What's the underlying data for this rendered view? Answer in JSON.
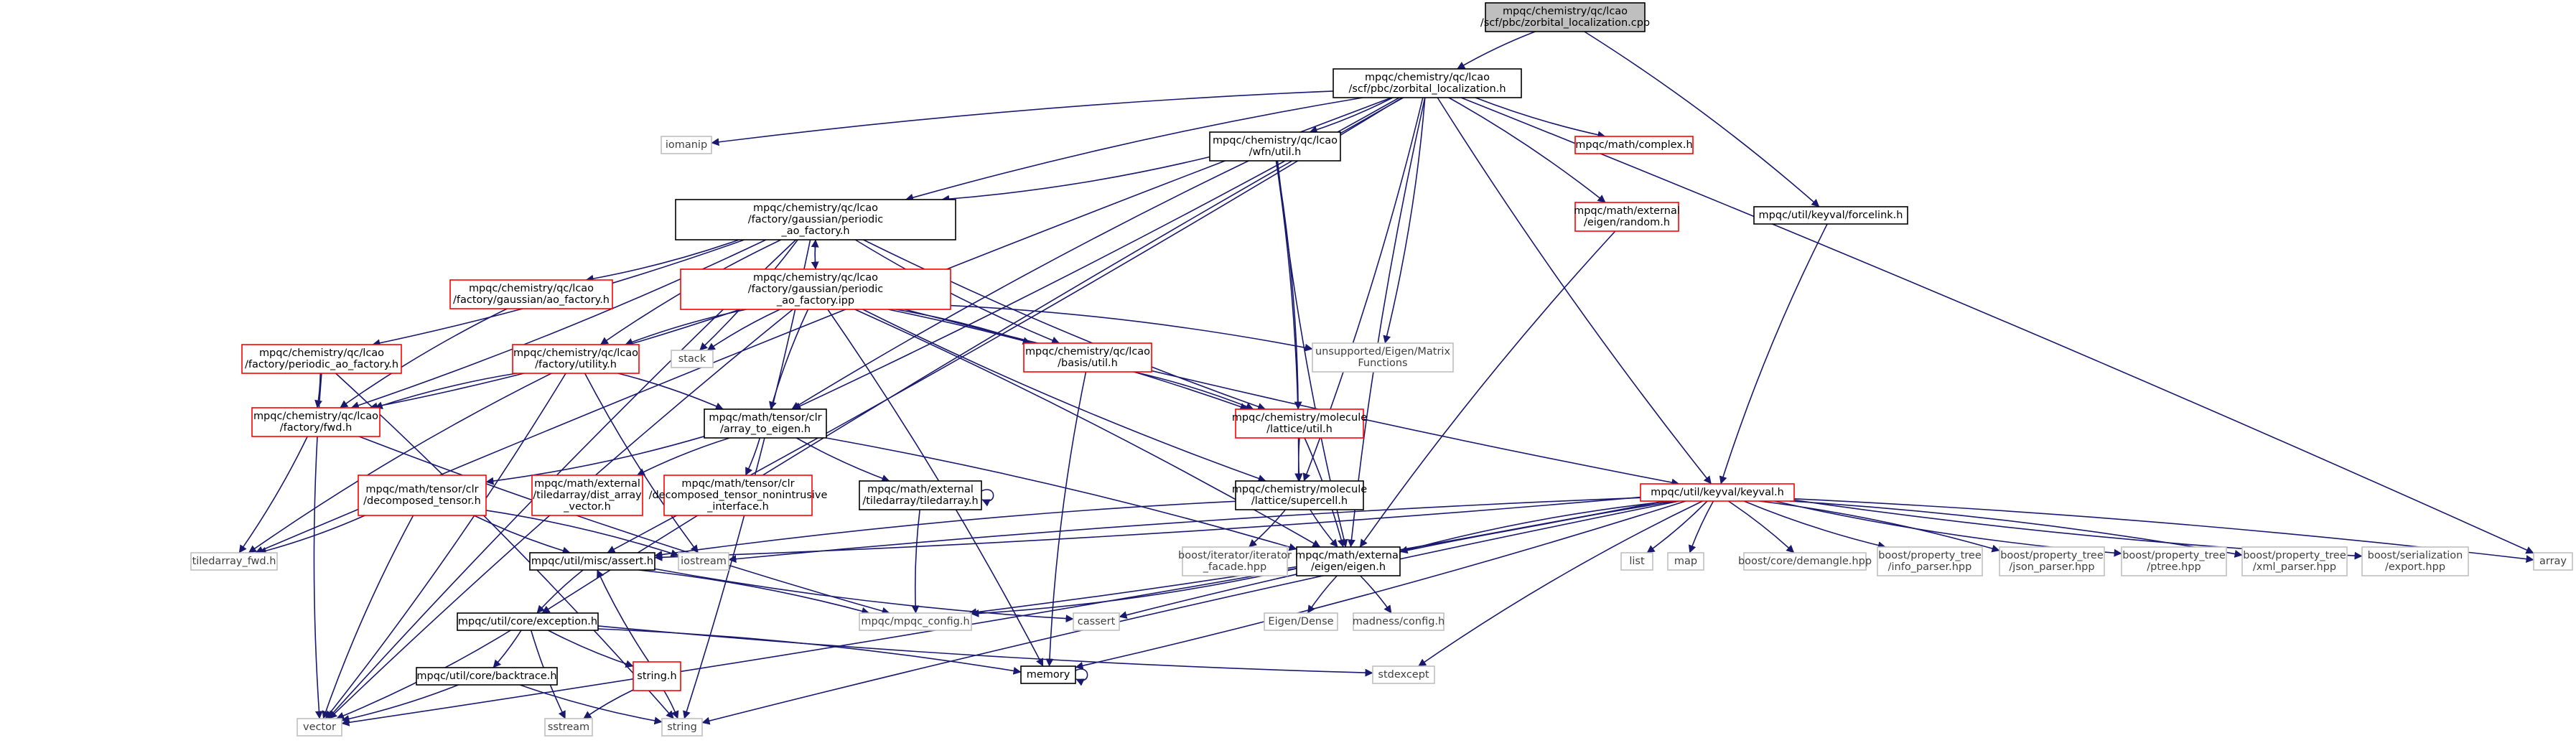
{
  "colors": {
    "edge": "#191970",
    "text_normal": "#000000",
    "text_link": "#000000",
    "text_grey": "#404040",
    "border_black": "#000000",
    "border_red": "#ff0000",
    "border_grey": "#bfbfbf",
    "fill_root": "#bfbfbf",
    "fill_default": "#ffffff"
  },
  "nodes": [
    {
      "id": "root",
      "lines": [
        "mpqc/chemistry/qc/lcao",
        "/scf/pbc/zorbital_localization.cpp"
      ],
      "style": "root"
    },
    {
      "id": "zloc",
      "lines": [
        "mpqc/chemistry/qc/lcao",
        "/scf/pbc/zorbital_localization.h"
      ],
      "style": "black"
    },
    {
      "id": "forcelink",
      "lines": [
        "mpqc/util/keyval/forcelink.h"
      ],
      "style": "black"
    },
    {
      "id": "iomanip",
      "lines": [
        "iomanip"
      ],
      "style": "grey"
    },
    {
      "id": "wfnutil",
      "lines": [
        "mpqc/chemistry/qc/lcao",
        "/wfn/util.h"
      ],
      "style": "black"
    },
    {
      "id": "complex",
      "lines": [
        "mpqc/math/complex.h"
      ],
      "style": "red"
    },
    {
      "id": "random",
      "lines": [
        "mpqc/math/external",
        "/eigen/random.h"
      ],
      "style": "red"
    },
    {
      "id": "paofh",
      "lines": [
        "mpqc/chemistry/qc/lcao",
        "/factory/gaussian/periodic",
        "_ao_factory.h"
      ],
      "style": "black"
    },
    {
      "id": "aofact",
      "lines": [
        "mpqc/chemistry/qc/lcao",
        "/factory/gaussian/ao_factory.h"
      ],
      "style": "red"
    },
    {
      "id": "paofipp",
      "lines": [
        "mpqc/chemistry/qc/lcao",
        "/factory/gaussian/periodic",
        "_ao_factory.ipp"
      ],
      "style": "red"
    },
    {
      "id": "unsupported",
      "lines": [
        "unsupported/Eigen/Matrix",
        "Functions"
      ],
      "style": "grey"
    },
    {
      "id": "pfact",
      "lines": [
        "mpqc/chemistry/qc/lcao",
        "/factory/periodic_ao_factory.h"
      ],
      "style": "red"
    },
    {
      "id": "futil",
      "lines": [
        "mpqc/chemistry/qc/lcao",
        "/factory/utility.h"
      ],
      "style": "red"
    },
    {
      "id": "stack",
      "lines": [
        "stack"
      ],
      "style": "grey"
    },
    {
      "id": "basisutil",
      "lines": [
        "mpqc/chemistry/qc/lcao",
        "/basis/util.h"
      ],
      "style": "red"
    },
    {
      "id": "fwd",
      "lines": [
        "mpqc/chemistry/qc/lcao",
        "/factory/fwd.h"
      ],
      "style": "red"
    },
    {
      "id": "a2e",
      "lines": [
        "mpqc/math/tensor/clr",
        "/array_to_eigen.h"
      ],
      "style": "black"
    },
    {
      "id": "latutil",
      "lines": [
        "mpqc/chemistry/molecule",
        "/lattice/util.h"
      ],
      "style": "red"
    },
    {
      "id": "keyval",
      "lines": [
        "mpqc/util/keyval/keyval.h"
      ],
      "style": "red"
    },
    {
      "id": "dectensor",
      "lines": [
        "mpqc/math/tensor/clr",
        "/decomposed_tensor.h"
      ],
      "style": "red"
    },
    {
      "id": "distarray",
      "lines": [
        "mpqc/math/external",
        "/tiledarray/dist_array",
        "_vector.h"
      ],
      "style": "red"
    },
    {
      "id": "nonintr",
      "lines": [
        "mpqc/math/tensor/clr",
        "/decomposed_tensor_nonintrusive",
        "_interface.h"
      ],
      "style": "red"
    },
    {
      "id": "ta",
      "lines": [
        "mpqc/math/external",
        "/tiledarray/tiledarray.h"
      ],
      "style": "black"
    },
    {
      "id": "supercell",
      "lines": [
        "mpqc/chemistry/molecule",
        "/lattice/supercell.h"
      ],
      "style": "black"
    },
    {
      "id": "tafwd",
      "lines": [
        "tiledarray_fwd.h"
      ],
      "style": "grey"
    },
    {
      "id": "iostream",
      "lines": [
        "iostream"
      ],
      "style": "grey"
    },
    {
      "id": "assert",
      "lines": [
        "mpqc/util/misc/assert.h"
      ],
      "style": "black"
    },
    {
      "id": "iterfac",
      "lines": [
        "boost/iterator/iterator",
        "_facade.hpp"
      ],
      "style": "grey"
    },
    {
      "id": "eigen",
      "lines": [
        "mpqc/math/external",
        "/eigen/eigen.h"
      ],
      "style": "black"
    },
    {
      "id": "list",
      "lines": [
        "list"
      ],
      "style": "grey"
    },
    {
      "id": "map",
      "lines": [
        "map"
      ],
      "style": "grey"
    },
    {
      "id": "demangle",
      "lines": [
        "boost/core/demangle.hpp"
      ],
      "style": "grey"
    },
    {
      "id": "info",
      "lines": [
        "boost/property_tree",
        "/info_parser.hpp"
      ],
      "style": "grey"
    },
    {
      "id": "json",
      "lines": [
        "boost/property_tree",
        "/json_parser.hpp"
      ],
      "style": "grey"
    },
    {
      "id": "ptree",
      "lines": [
        "boost/property_tree",
        "/ptree.hpp"
      ],
      "style": "grey"
    },
    {
      "id": "xml",
      "lines": [
        "boost/property_tree",
        "/xml_parser.hpp"
      ],
      "style": "grey"
    },
    {
      "id": "serexp",
      "lines": [
        "boost/serialization",
        "/export.hpp"
      ],
      "style": "grey"
    },
    {
      "id": "array",
      "lines": [
        "array"
      ],
      "style": "grey"
    },
    {
      "id": "mpqcconfig",
      "lines": [
        "mpqc/mpqc_config.h"
      ],
      "style": "grey"
    },
    {
      "id": "cassert",
      "lines": [
        "cassert"
      ],
      "style": "grey"
    },
    {
      "id": "eigendense",
      "lines": [
        "Eigen/Dense"
      ],
      "style": "grey"
    },
    {
      "id": "madness",
      "lines": [
        "madness/config.h"
      ],
      "style": "grey"
    },
    {
      "id": "exception",
      "lines": [
        "mpqc/util/core/exception.h"
      ],
      "style": "black"
    },
    {
      "id": "memory",
      "lines": [
        "memory"
      ],
      "style": "black"
    },
    {
      "id": "stdexcept",
      "lines": [
        "stdexcept"
      ],
      "style": "grey"
    },
    {
      "id": "backtrace",
      "lines": [
        "mpqc/util/core/backtrace.h"
      ],
      "style": "black"
    },
    {
      "id": "stringh",
      "lines": [
        "string.h"
      ],
      "style": "red"
    },
    {
      "id": "vector",
      "lines": [
        "vector"
      ],
      "style": "grey"
    },
    {
      "id": "sstream",
      "lines": [
        "sstream"
      ],
      "style": "grey"
    },
    {
      "id": "string",
      "lines": [
        "string"
      ],
      "style": "grey"
    }
  ],
  "edges": [
    [
      "root",
      "zloc"
    ],
    [
      "root",
      "forcelink"
    ],
    [
      "zloc",
      "iomanip"
    ],
    [
      "zloc",
      "wfnutil"
    ],
    [
      "zloc",
      "complex"
    ],
    [
      "zloc",
      "random"
    ],
    [
      "zloc",
      "paofh"
    ],
    [
      "zloc",
      "unsupported"
    ],
    [
      "zloc",
      "keyval"
    ],
    [
      "zloc",
      "array"
    ],
    [
      "zloc",
      "eigen"
    ],
    [
      "zloc",
      "supercell"
    ],
    [
      "zloc",
      "tafwd"
    ],
    [
      "zloc",
      "assert"
    ],
    [
      "zloc",
      "exception"
    ],
    [
      "zloc",
      "a2e"
    ],
    [
      "forcelink",
      "keyval"
    ],
    [
      "wfnutil",
      "paofh"
    ],
    [
      "wfnutil",
      "a2e"
    ],
    [
      "wfnutil",
      "latutil"
    ],
    [
      "wfnutil",
      "eigen"
    ],
    [
      "wfnutil",
      "supercell"
    ],
    [
      "random",
      "eigen"
    ],
    [
      "paofh",
      "aofact"
    ],
    [
      "paofh",
      "paofipp"
    ],
    [
      "paofh",
      "pfact"
    ],
    [
      "paofh",
      "futil"
    ],
    [
      "paofh",
      "fwd"
    ],
    [
      "paofh",
      "basisutil"
    ],
    [
      "paofh",
      "stack"
    ],
    [
      "paofh",
      "vector"
    ],
    [
      "paofh",
      "string"
    ],
    [
      "paofh",
      "latutil"
    ],
    [
      "paofipp",
      "paofh"
    ],
    [
      "paofipp",
      "stack"
    ],
    [
      "paofipp",
      "unsupported"
    ],
    [
      "paofipp",
      "futil"
    ],
    [
      "paofipp",
      "basisutil"
    ],
    [
      "paofipp",
      "a2e"
    ],
    [
      "paofipp",
      "latutil"
    ],
    [
      "paofipp",
      "supercell"
    ],
    [
      "paofipp",
      "eigen"
    ],
    [
      "paofipp",
      "keyval"
    ],
    [
      "paofipp",
      "fwd"
    ],
    [
      "paofipp",
      "vector"
    ],
    [
      "paofipp",
      "memory"
    ],
    [
      "aofact",
      "fwd"
    ],
    [
      "pfact",
      "fwd"
    ],
    [
      "pfact",
      "vector"
    ],
    [
      "pfact",
      "string"
    ],
    [
      "futil",
      "fwd"
    ],
    [
      "futil",
      "a2e"
    ],
    [
      "futil",
      "iostream"
    ],
    [
      "futil",
      "vector"
    ],
    [
      "futil",
      "tafwd"
    ],
    [
      "basisutil",
      "latutil"
    ],
    [
      "basisutil",
      "memory"
    ],
    [
      "fwd",
      "tafwd"
    ],
    [
      "fwd",
      "mpqcconfig"
    ],
    [
      "a2e",
      "dectensor"
    ],
    [
      "a2e",
      "distarray"
    ],
    [
      "a2e",
      "nonintr"
    ],
    [
      "a2e",
      "ta"
    ],
    [
      "a2e",
      "eigen"
    ],
    [
      "latutil",
      "supercell"
    ],
    [
      "latutil",
      "eigen"
    ],
    [
      "supercell",
      "eigen"
    ],
    [
      "supercell",
      "iterfac"
    ],
    [
      "supercell",
      "assert"
    ],
    [
      "keyval",
      "list"
    ],
    [
      "keyval",
      "map"
    ],
    [
      "keyval",
      "demangle"
    ],
    [
      "keyval",
      "info"
    ],
    [
      "keyval",
      "json"
    ],
    [
      "keyval",
      "ptree"
    ],
    [
      "keyval",
      "xml"
    ],
    [
      "keyval",
      "serexp"
    ],
    [
      "keyval",
      "array"
    ],
    [
      "keyval",
      "iostream"
    ],
    [
      "keyval",
      "mpqcconfig"
    ],
    [
      "keyval",
      "cassert"
    ],
    [
      "keyval",
      "memory"
    ],
    [
      "keyval",
      "stdexcept"
    ],
    [
      "keyval",
      "vector"
    ],
    [
      "keyval",
      "string"
    ],
    [
      "keyval",
      "assert"
    ],
    [
      "keyval",
      "eigen"
    ],
    [
      "dectensor",
      "tafwd"
    ],
    [
      "dectensor",
      "assert"
    ],
    [
      "dectensor",
      "iostream"
    ],
    [
      "dectensor",
      "vector"
    ],
    [
      "ta",
      "ta"
    ],
    [
      "ta",
      "mpqcconfig"
    ],
    [
      "eigen",
      "mpqcconfig"
    ],
    [
      "eigen",
      "eigendense"
    ],
    [
      "eigen",
      "madness"
    ],
    [
      "assert",
      "exception"
    ],
    [
      "assert",
      "mpqcconfig"
    ],
    [
      "assert",
      "cassert"
    ],
    [
      "exception",
      "backtrace"
    ],
    [
      "exception",
      "stringh"
    ],
    [
      "exception",
      "memory"
    ],
    [
      "exception",
      "stdexcept"
    ],
    [
      "exception",
      "vector"
    ],
    [
      "exception",
      "sstream"
    ],
    [
      "backtrace",
      "vector"
    ],
    [
      "backtrace",
      "string"
    ],
    [
      "stringh",
      "assert"
    ],
    [
      "stringh",
      "sstream"
    ],
    [
      "stringh",
      "string"
    ],
    [
      "memory",
      "memory"
    ]
  ]
}
